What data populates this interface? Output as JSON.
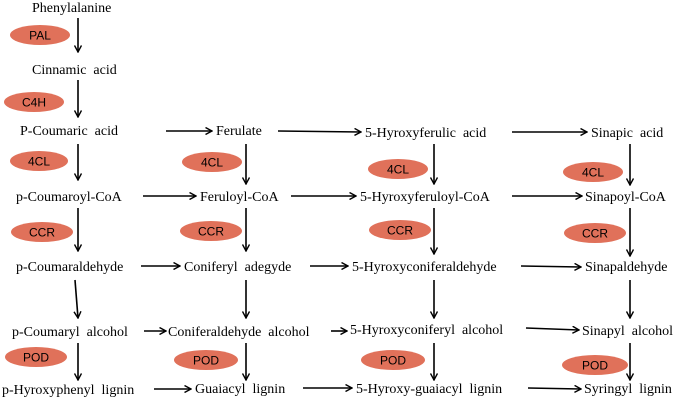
{
  "colors": {
    "enzyme_fill": "#e0715a",
    "text": "#000000",
    "arrow": "#000000"
  },
  "nodes": {
    "phenylalanine": "Phenylalanine",
    "cinnamic_acid": "Cinnamic  acid",
    "p_coumaric_acid": "P-Coumaric  acid",
    "ferulate": "Ferulate",
    "hydroxyferulic_acid": "5-Hyroxyferulic  acid",
    "sinapic_acid": "Sinapic  acid",
    "p_coumaroyl_coa": "p-Coumaroyl-CoA",
    "feruloyl_coa": "Feruloyl-CoA",
    "hydroxyferuloyl_coa": "5-Hyroxyferuloyl-CoA",
    "sinapoyl_coa": "Sinapoyl-CoA",
    "p_coumaraldehyde": "p-Coumaraldehyde",
    "coniferyl_adegyde": "Coniferyl  adegyde",
    "hydroxyconiferaldehyde": "5-Hyroxyconiferaldehyde",
    "sinapaldehyde": "Sinapaldehyde",
    "p_coumaryl_alcohol": "p-Coumaryl  alcohol",
    "coniferaldehyde_alcohol": "Coniferaldehyde  alcohol",
    "hydroxyconiferyl_alcohol": "5-Hyroxyconiferyl  alcohol",
    "sinapyl_alcohol": "Sinapyl  alcohol",
    "p_hydroxyphenyl_lignin": "p-Hyroxyphenyl  lignin",
    "guaiacyl_lignin": "Guaiacyl  lignin",
    "hydroxy_guaiacyl_lignin": "5-Hyroxy-guaiacyl  lignin",
    "syringyl_lignin": "Syringyl  lignin"
  },
  "enzymes": {
    "pal": "PAL",
    "c4h": "C4H",
    "cl4": "4CL",
    "ccr": "CCR",
    "pod": "POD"
  }
}
